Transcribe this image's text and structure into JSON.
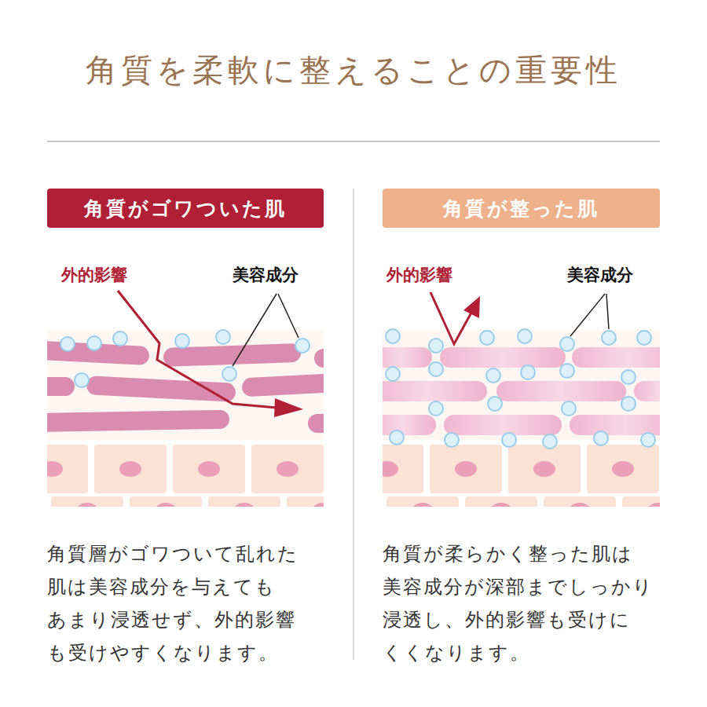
{
  "diagram": {
    "title": "角質を柔軟に整えることの重要性",
    "nodes": [
      {
        "text": [
          "角質がゴワついた肌"
        ]
      },
      {
        "text": [
          "角質が整った肌"
        ]
      }
    ],
    "labels": [
      "外的影響",
      "美容成分",
      "外的影響",
      "美容成分",
      "角質層がゴワついて乱れた 肌は美容成分を与えても あまり浸透せず、外的影響 も受けやすくなります。",
      "角質が柔らかく整った肌は 美容成分が深部までしっかり 浸透し、外的影響も受けに くくなります。"
    ]
  }
}
